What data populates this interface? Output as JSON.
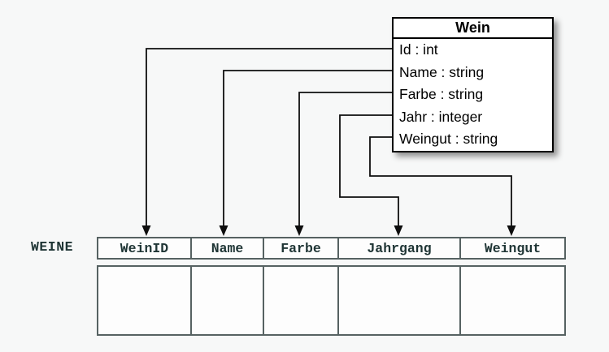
{
  "class_box": {
    "title": "Wein",
    "attributes": [
      "Id : int",
      "Name : string",
      "Farbe : string",
      "Jahr : integer",
      "Weingut : string"
    ]
  },
  "table": {
    "label": "WEINE",
    "columns": [
      "WeinID",
      "Name",
      "Farbe",
      "Jahrgang",
      "Weingut"
    ],
    "body_rows": 1
  },
  "mappings": [
    {
      "from": "Id",
      "to": "WeinID"
    },
    {
      "from": "Name",
      "to": "Name"
    },
    {
      "from": "Farbe",
      "to": "Farbe"
    },
    {
      "from": "Jahr",
      "to": "Jahrgang"
    },
    {
      "from": "Weingut",
      "to": "Weingut"
    }
  ],
  "colors": {
    "background": "#f7f8f8",
    "class_border": "#000000",
    "class_fill": "#ffffff",
    "table_border": "#566262",
    "table_text": "#1f3535",
    "connector": "#0e0e0e"
  }
}
